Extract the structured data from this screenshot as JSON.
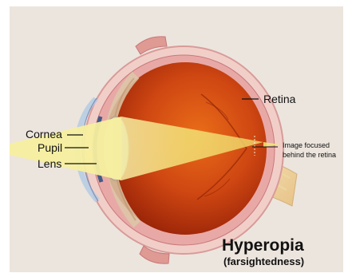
{
  "labels": {
    "cornea": "Cornea",
    "pupil": "Pupil",
    "lens": "Lens",
    "retina": "Retina",
    "focus_line1": "Image focused",
    "focus_line2": "behind the retina"
  },
  "title": {
    "main": "Hyperopia",
    "sub": "(farsightedness)"
  },
  "colors": {
    "background": "#ece5dd",
    "eyeball": "#c9420f",
    "sclera": "#f2c8c6",
    "light_beam": "#f3e87a",
    "optic_nerve": "#f1d7a8"
  }
}
